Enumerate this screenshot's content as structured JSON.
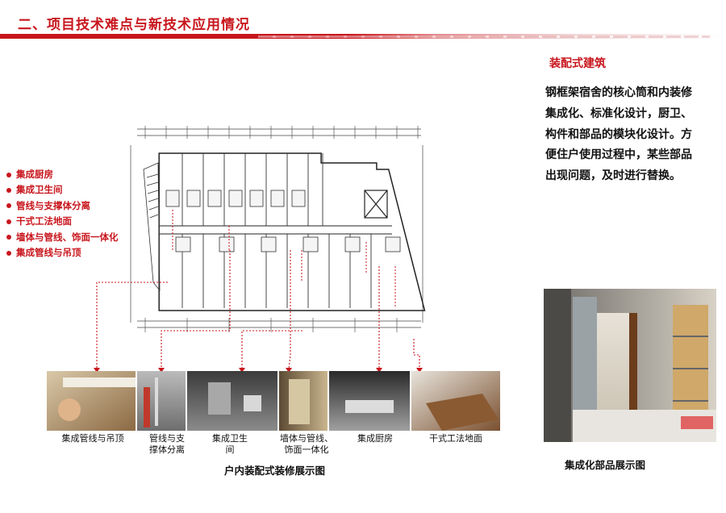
{
  "header": {
    "title": "二、项目技术难点与新技术应用情况"
  },
  "features": [
    "集成厨房",
    "集成卫生间",
    "管线与支撑体分离",
    "干式工法地面",
    "墙体与管线、饰面一体化",
    "集成管线与吊顶"
  ],
  "gallery": {
    "items": [
      {
        "label": "集成管线与吊顶"
      },
      {
        "label_1": "管线与支",
        "label_2": "撑体分离"
      },
      {
        "label_1": "集成卫生",
        "label_2": "间"
      },
      {
        "label_1": "墙体与管线、",
        "label_2": "饰面一体化"
      },
      {
        "label": "集成厨房"
      },
      {
        "label": "干式工法地面"
      }
    ],
    "caption": "户内装配式装修展示图"
  },
  "side": {
    "title": "装配式建筑",
    "lines": [
      "钢框架宿舍的核心筒和内装修",
      "集成化、标准化设计，厨卫、",
      "构件和部品的模块化设计。方",
      "便住户使用过程中，某些部品",
      "出现问题，及时进行替换。"
    ],
    "photo_caption": "集成化部品展示图"
  },
  "colors": {
    "accent": "#c8161d",
    "leader": "#c8161d"
  }
}
